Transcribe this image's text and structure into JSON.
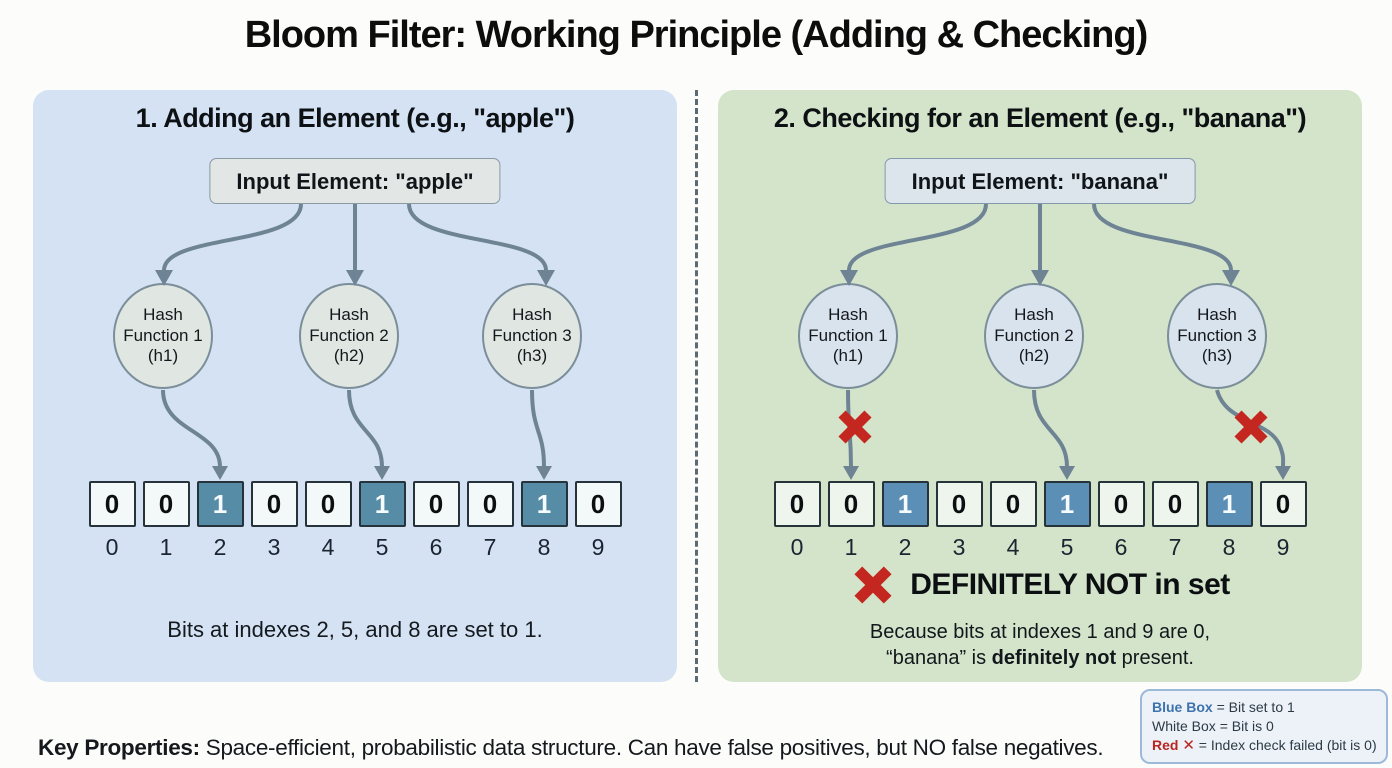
{
  "title": "Bloom Filter: Working Principle (Adding & Checking)",
  "panels": {
    "adding": {
      "heading": "1. Adding an Element (e.g., \"apple\")",
      "input_label": "Input Element: \"apple\"",
      "hash_functions": [
        "Hash\nFunction 1\n(h1)",
        "Hash\nFunction 2\n(h2)",
        "Hash\nFunction 3\n(h3)"
      ],
      "bits": [
        "0",
        "0",
        "1",
        "0",
        "0",
        "1",
        "0",
        "0",
        "1",
        "0"
      ],
      "indexes": [
        "0",
        "1",
        "2",
        "3",
        "4",
        "5",
        "6",
        "7",
        "8",
        "9"
      ],
      "caption": "Bits at indexes 2, 5, and 8 are set to 1."
    },
    "checking": {
      "heading": "2. Checking for an Element (e.g., \"banana\")",
      "input_label": "Input Element: \"banana\"",
      "hash_functions": [
        "Hash\nFunction 1\n(h1)",
        "Hash\nFunction 2\n(h2)",
        "Hash\nFunction 3\n(h3)"
      ],
      "bits": [
        "0",
        "0",
        "1",
        "0",
        "0",
        "1",
        "0",
        "0",
        "1",
        "0"
      ],
      "indexes": [
        "0",
        "1",
        "2",
        "3",
        "4",
        "5",
        "6",
        "7",
        "8",
        "9"
      ],
      "result": "DEFINITELY NOT in set",
      "explain_line1": "Because bits at indexes 1 and 9 are 0,",
      "explain_line2_pre": "“banana” is ",
      "explain_line2_bold": "definitely not",
      "explain_line2_post": " present."
    }
  },
  "footer": {
    "key_properties_label": "Key Properties:",
    "key_properties_text": " Space-efficient, probabilistic data structure. Can have false positives, but NO false negatives."
  },
  "legend": {
    "blue_label": "Blue Box",
    "blue_text": " = Bit set to 1",
    "white_label": "White Box",
    "white_text": " = Bit is 0",
    "red_label": "Red",
    "red_icon": "✕",
    "red_text": " = Index check failed (bit is 0)"
  },
  "colors": {
    "panel_adding_bg": "#d4e2f4",
    "panel_checking_bg": "#d3e4ca",
    "bit_set_blue_adding": "#578ca6",
    "bit_set_blue_checking": "#5c8fb6",
    "arrow_gray": "#6e8494",
    "red_x": "#c4271f"
  }
}
